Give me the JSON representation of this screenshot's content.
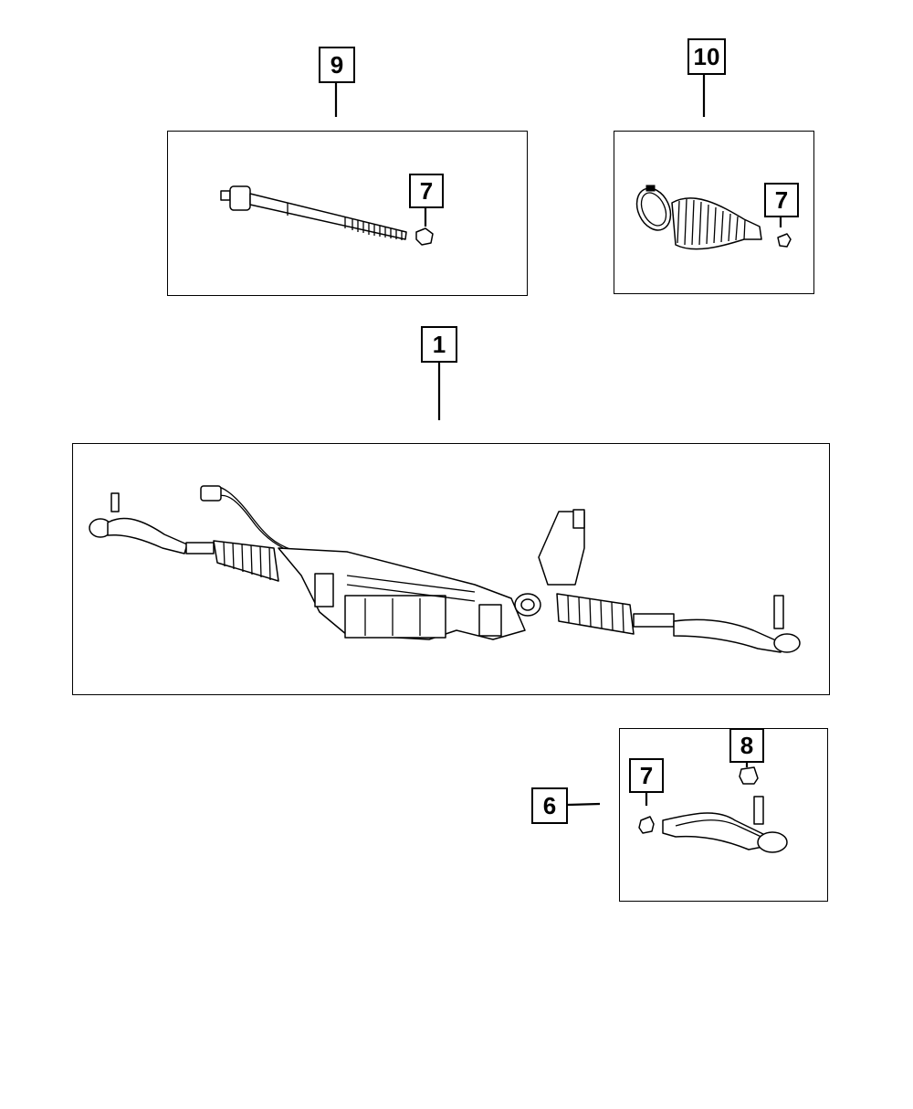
{
  "diagram": {
    "colors": {
      "line": "#000000",
      "background": "#ffffff"
    },
    "callouts": {
      "c9": "9",
      "c10": "10",
      "c1": "1",
      "c7_inner_tie_rod": "7",
      "c7_boot_kit": "7",
      "c7_outer_tie_rod": "7",
      "c8": "8",
      "c6": "6"
    },
    "parts": [
      {
        "id": "inner-tie-rod",
        "callout": "9"
      },
      {
        "id": "boot-kit",
        "callout": "10"
      },
      {
        "id": "steering-gear-assembly",
        "callout": "1"
      },
      {
        "id": "outer-tie-rod-end",
        "callout": "6"
      },
      {
        "id": "jam-nut",
        "callout": "7"
      },
      {
        "id": "castle-nut",
        "callout": "8"
      }
    ]
  }
}
